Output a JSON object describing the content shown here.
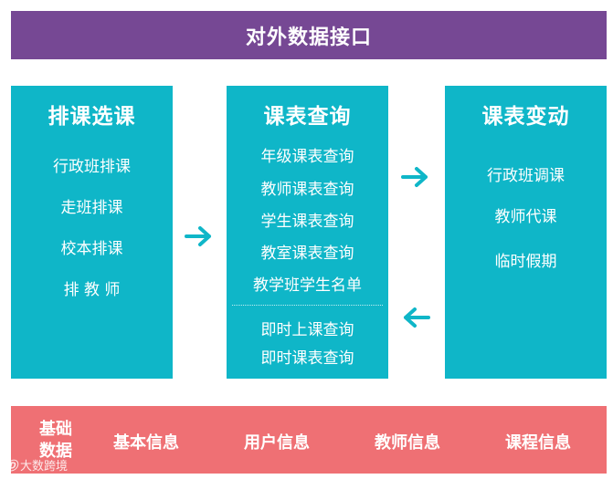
{
  "header": {
    "title": "对外数据接口"
  },
  "panels": {
    "left": {
      "title": "排课选课",
      "items": [
        "行政班排课",
        "走班排课",
        "校本排课",
        "排 教 师"
      ]
    },
    "middle": {
      "title": "课表查询",
      "items": [
        "年级课表查询",
        "教师课表查询",
        "学生课表查询",
        "教室课表查询",
        "教学班学生名单"
      ],
      "items_after_divider": [
        "即时上课查询",
        "即时课表查询"
      ]
    },
    "right": {
      "title": "课表变动",
      "items": [
        "行政班调课",
        "教师代课",
        "临时假期"
      ]
    }
  },
  "arrows": [
    {
      "icon": "arrow-right-icon",
      "from": "排课选课",
      "to": "课表查询"
    },
    {
      "icon": "arrow-right-icon",
      "from": "课表查询",
      "to": "课表变动"
    },
    {
      "icon": "arrow-left-icon",
      "from": "课表变动",
      "to": "课表查询"
    }
  ],
  "footer": {
    "base_label": [
      "基础",
      "数据"
    ],
    "items": [
      "基本信息",
      "用户信息",
      "教师信息",
      "课程信息"
    ]
  },
  "watermark": {
    "logo": "Ⓓ",
    "text": "大数跨境"
  },
  "colors": {
    "header_bg": "#764894",
    "panel_bg": "#0fb6c8",
    "arrow": "#0fb6c8",
    "footer_bg": "#ef7074",
    "text": "#ffffff"
  }
}
